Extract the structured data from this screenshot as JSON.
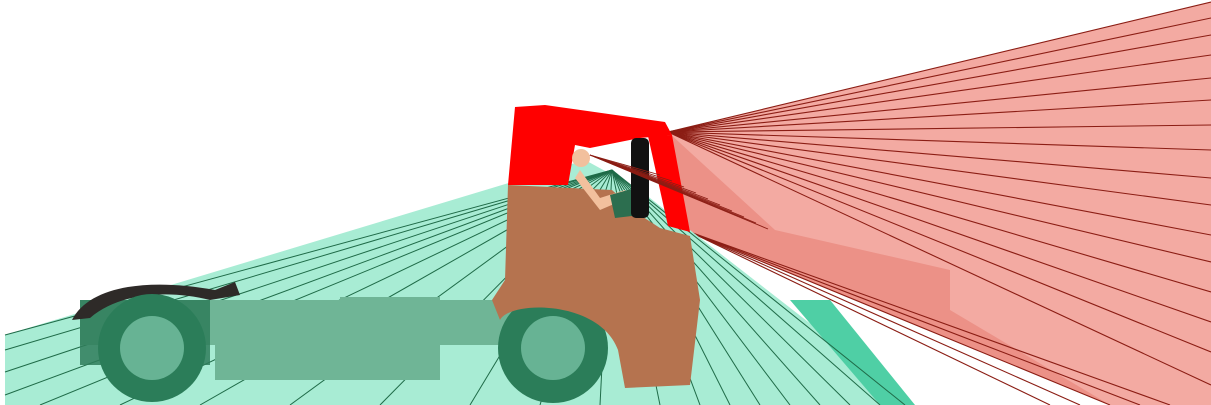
{
  "scene": {
    "background_color": "#ffffff",
    "colors": {
      "ground_visibility_fill": "#a8ecd4",
      "ground_visibility_line": "#1f6b48",
      "ground_visibility_edge": "#4fcfa5",
      "upper_visibility_fill": "#f3aaa2",
      "upper_visibility_fill_dark": "#e8867c",
      "upper_visibility_line": "#8b1d14",
      "cab_roof": "#ff0000",
      "cab_body": "#b5734f",
      "chassis": "#6fb596",
      "chassis_dark": "#2f7d5b",
      "wheel": "#2b7d59",
      "wheel_hub": "#67b394",
      "mudguard": "#2e2a28",
      "mirror": "#111111",
      "driver_skin": "#f2c09d",
      "driver_shirt": "#2c6e4f"
    },
    "objects": [
      {
        "name": "truck-cab"
      },
      {
        "name": "driver"
      },
      {
        "name": "side-mirror"
      },
      {
        "name": "truck-chassis"
      },
      {
        "name": "front-wheel"
      },
      {
        "name": "rear-wheel"
      },
      {
        "name": "ground-visibility-zone"
      },
      {
        "name": "upper-visibility-zone"
      }
    ]
  }
}
